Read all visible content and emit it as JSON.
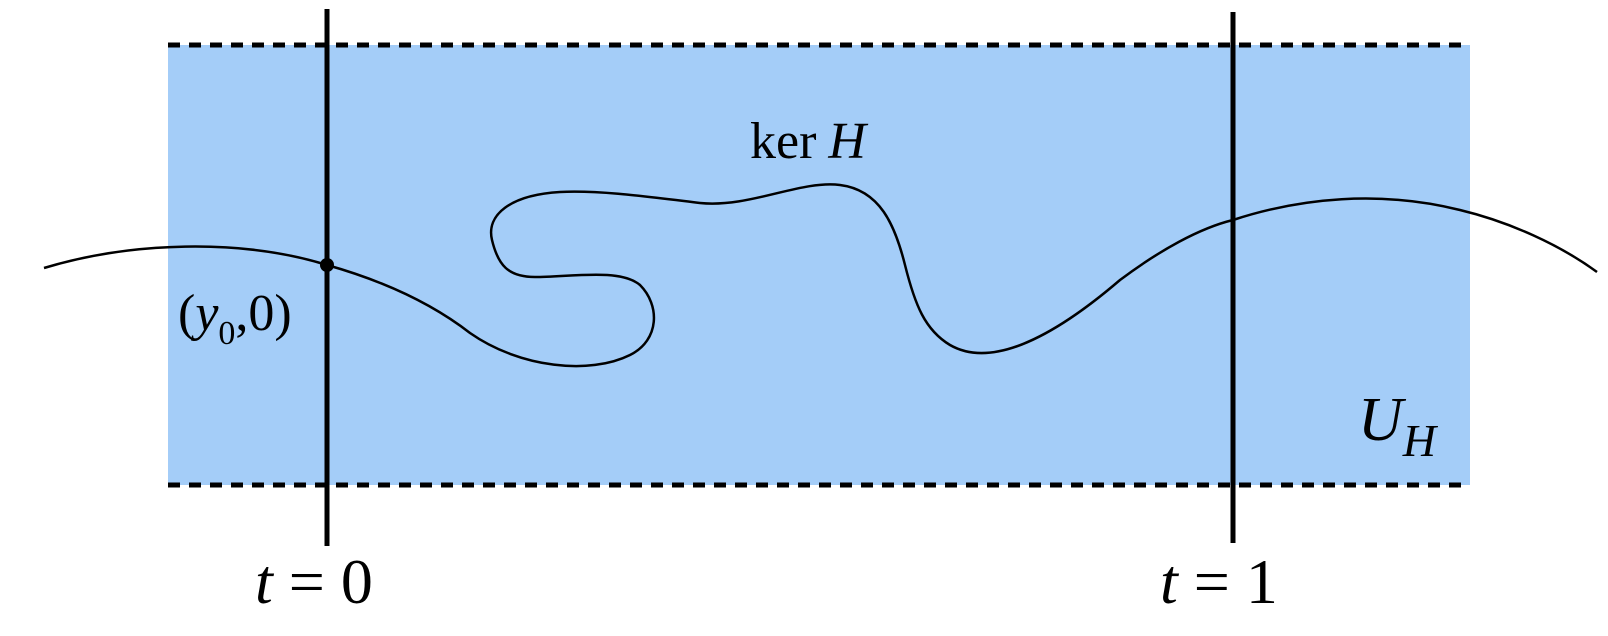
{
  "diagram": {
    "region_label": {
      "main": "U",
      "sub": "H"
    },
    "curve_label": {
      "prefix": "ker",
      "var": "H"
    },
    "point_label": {
      "open": "(",
      "var": "y",
      "sub": "0",
      "rest": ",0)"
    },
    "line_left_label": {
      "var": "t",
      "rest": " = 0"
    },
    "line_right_label": {
      "var": "t",
      "rest": " = 1"
    },
    "colors": {
      "region_fill": "#a4cdf8",
      "line": "#000000"
    }
  }
}
